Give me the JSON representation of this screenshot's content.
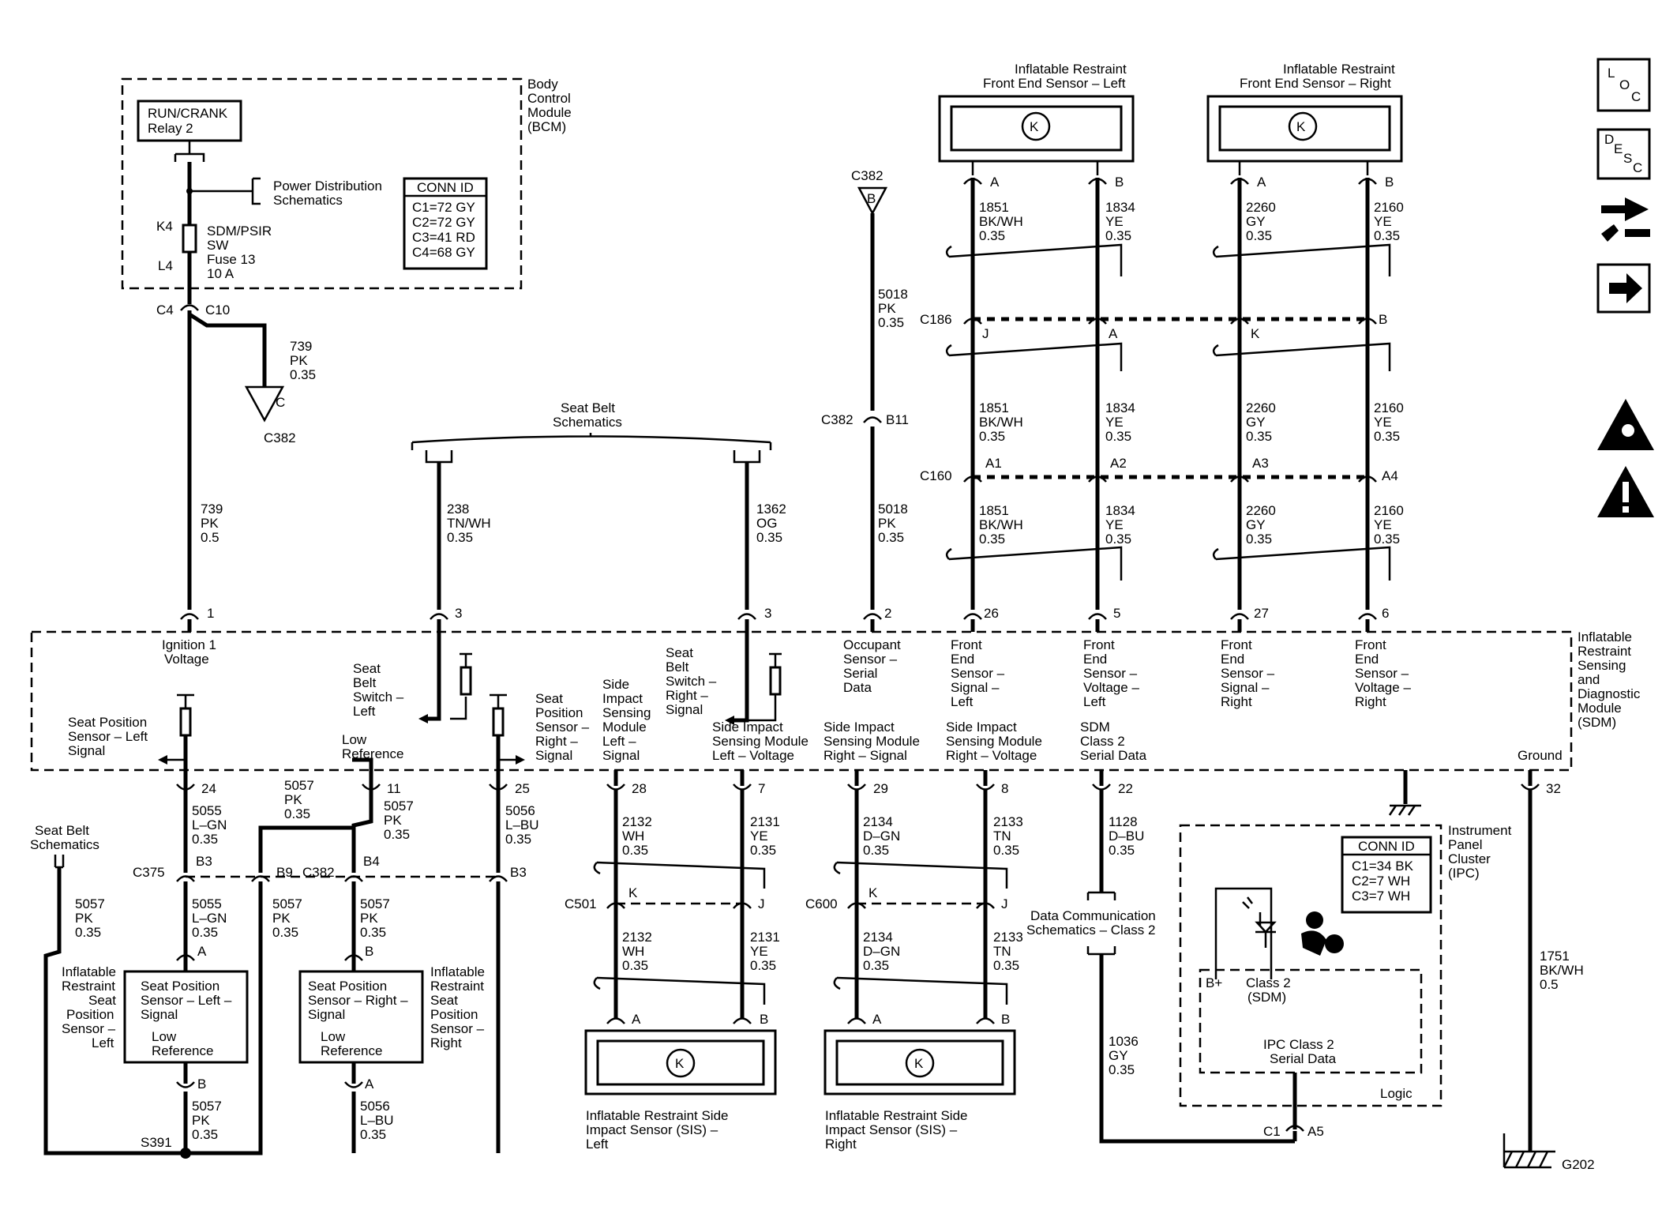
{
  "modules": {
    "bcm": [
      "Body",
      "Control",
      "Module",
      "(BCM)"
    ],
    "sdm": [
      "Inflatable",
      "Restraint",
      "Sensing",
      "and",
      "Diagnostic",
      "Module",
      "(SDM)"
    ],
    "ipc": [
      "Instrument",
      "Panel",
      "Cluster",
      "(IPC)"
    ],
    "sensor_front_left": [
      "Inflatable Restraint",
      "Front End Sensor – Left"
    ],
    "sensor_front_right": [
      "Inflatable Restraint",
      "Front End Sensor – Right"
    ],
    "sis_left": [
      "Inflatable Restraint Side",
      "Impact Sensor (SIS) –",
      "Left"
    ],
    "sis_right": [
      "Inflatable Restraint Side",
      "Impact Sensor (SIS) –",
      "Right"
    ],
    "seat_pos_left": [
      "Inflatable",
      "Restraint",
      "Seat",
      "Position",
      "Sensor –",
      "Left"
    ],
    "seat_pos_right": [
      "Inflatable",
      "Restraint",
      "Seat",
      "Position",
      "Sensor –",
      "Right"
    ]
  },
  "bcm_internal": {
    "relay": [
      "RUN/CRANK",
      "Relay 2"
    ],
    "power_dist": [
      "Power Distribution",
      "Schematics"
    ],
    "fuse": [
      "SDM/PSIR",
      "SW",
      "Fuse 13",
      "10 A"
    ],
    "k4": "K4",
    "l4": "L4",
    "conn_id_title": "CONN ID",
    "conn_id": [
      "C1=72 GY",
      "C2=72 GY",
      "C3=41 RD",
      "C4=68 GY"
    ]
  },
  "ipc_internal": {
    "conn_id_title": "CONN ID",
    "conn_id": [
      "C1=34 BK",
      "C2=7 WH",
      "C3=7 WH"
    ],
    "bplus": "B+",
    "class2": [
      "Class 2",
      "(SDM)"
    ],
    "serial": [
      "IPC Class 2",
      "Serial Data"
    ],
    "logic": "Logic"
  },
  "connectors": {
    "c4": "C4",
    "c10": "C10",
    "c382": "C382",
    "c382_b": "B",
    "c382_c": "C",
    "c382_b11_left": "C382",
    "c382_b11_right": "B11",
    "c186": "C186",
    "c160": "C160",
    "c375": "C375",
    "c382_lower": "C382",
    "c501": "C501",
    "c600": "C600",
    "c1": "C1",
    "a5": "A5",
    "s391": "S391",
    "g202": "G202",
    "b3a": "B3",
    "b9": "B9",
    "b4": "B4",
    "b3b": "B3",
    "j": "J",
    "k": "K",
    "a": "A",
    "b": "B",
    "a1": "A1",
    "a2": "A2",
    "a3": "A3",
    "a4": "A4"
  },
  "schematic_refs": {
    "seat_belt_top": [
      "Seat Belt",
      "Schematics"
    ],
    "seat_belt_left": [
      "Seat Belt",
      "Schematics"
    ],
    "data_comm": [
      "Data Communication",
      "Schematics – Class 2"
    ]
  },
  "wires": {
    "w739_upper": [
      "739",
      "PK",
      "0.35"
    ],
    "w739": [
      "739",
      "PK",
      "0.5"
    ],
    "w238": [
      "238",
      "TN/WH",
      "0.35"
    ],
    "w1362": [
      "1362",
      "OG",
      "0.35"
    ],
    "w5018_upper": [
      "5018",
      "PK",
      "0.35"
    ],
    "w5018_lower": [
      "5018",
      "PK",
      "0.35"
    ],
    "w1851": [
      "1851",
      "BK/WH",
      "0.35"
    ],
    "w1834": [
      "1834",
      "YE",
      "0.35"
    ],
    "w2260": [
      "2260",
      "GY",
      "0.35"
    ],
    "w2160": [
      "2160",
      "YE",
      "0.35"
    ],
    "w5055": [
      "5055",
      "L–GN",
      "0.35"
    ],
    "w5057_jumper": [
      "5057",
      "PK",
      "0.35"
    ],
    "w5057": [
      "5057",
      "PK",
      "0.35"
    ],
    "w5056": [
      "5056",
      "L–BU",
      "0.35"
    ],
    "w2132": [
      "2132",
      "WH",
      "0.35"
    ],
    "w2131": [
      "2131",
      "YE",
      "0.35"
    ],
    "w2134": [
      "2134",
      "D–GN",
      "0.35"
    ],
    "w2133": [
      "2133",
      "TN",
      "0.35"
    ],
    "w1128": [
      "1128",
      "D–BU",
      "0.35"
    ],
    "w1036": [
      "1036",
      "GY",
      "0.35"
    ],
    "w1751": [
      "1751",
      "BK/WH",
      "0.5"
    ]
  },
  "pins_top": [
    "1",
    "3",
    "3",
    "2",
    "26",
    "5",
    "27",
    "6"
  ],
  "pins_bottom": [
    "24",
    "11",
    "25",
    "28",
    "7",
    "29",
    "8",
    "22",
    "32"
  ],
  "sdm_labels": {
    "ign": [
      "Ignition 1",
      "Voltage"
    ],
    "sbs_left": [
      "Seat",
      "Belt",
      "Switch –",
      "Left"
    ],
    "sbs_right": [
      "Seat",
      "Belt",
      "Switch –",
      "Right –",
      "Signal"
    ],
    "occupant": [
      "Occupant",
      "Sensor –",
      "Serial",
      "Data"
    ],
    "fes_sig_left": [
      "Front",
      "End",
      "Sensor –",
      "Signal –",
      "Left"
    ],
    "fes_volt_left": [
      "Front",
      "End",
      "Sensor –",
      "Voltage –",
      "Left"
    ],
    "fes_sig_right": [
      "Front",
      "End",
      "Sensor –",
      "Signal –",
      "Right"
    ],
    "fes_volt_right": [
      "Front",
      "End",
      "Sensor –",
      "Voltage –",
      "Right"
    ],
    "seat_pos_left": [
      "Seat Position",
      "Sensor – Left",
      "Signal"
    ],
    "low_ref": [
      "Low",
      "Reference"
    ],
    "seat_pos_right": [
      "Seat",
      "Position",
      "Sensor –",
      "Right –",
      "Signal"
    ],
    "sism_left_sig": [
      "Side",
      "Impact",
      "Sensing",
      "Module",
      "Left –",
      "Signal"
    ],
    "sism_left_volt": [
      "Side Impact",
      "Sensing Module",
      "Left – Voltage"
    ],
    "sism_right_sig": [
      "Side Impact",
      "Sensing Module",
      "Right – Signal"
    ],
    "sism_right_volt": [
      "Side Impact",
      "Sensing Module",
      "Right – Voltage"
    ],
    "sdm_class2": [
      "SDM",
      "Class 2",
      "Serial Data"
    ],
    "ground": "Ground"
  },
  "seat_sensor_internal": {
    "left_signal": [
      "Seat Position",
      "Sensor – Left –",
      "Signal"
    ],
    "right_signal": [
      "Seat Position",
      "Sensor – Right –",
      "Signal"
    ],
    "low_ref": [
      "Low",
      "Reference"
    ]
  },
  "side_icons": {
    "loc": [
      "L",
      "O",
      "C"
    ],
    "desc": [
      "D",
      "E",
      "S",
      "C"
    ]
  }
}
